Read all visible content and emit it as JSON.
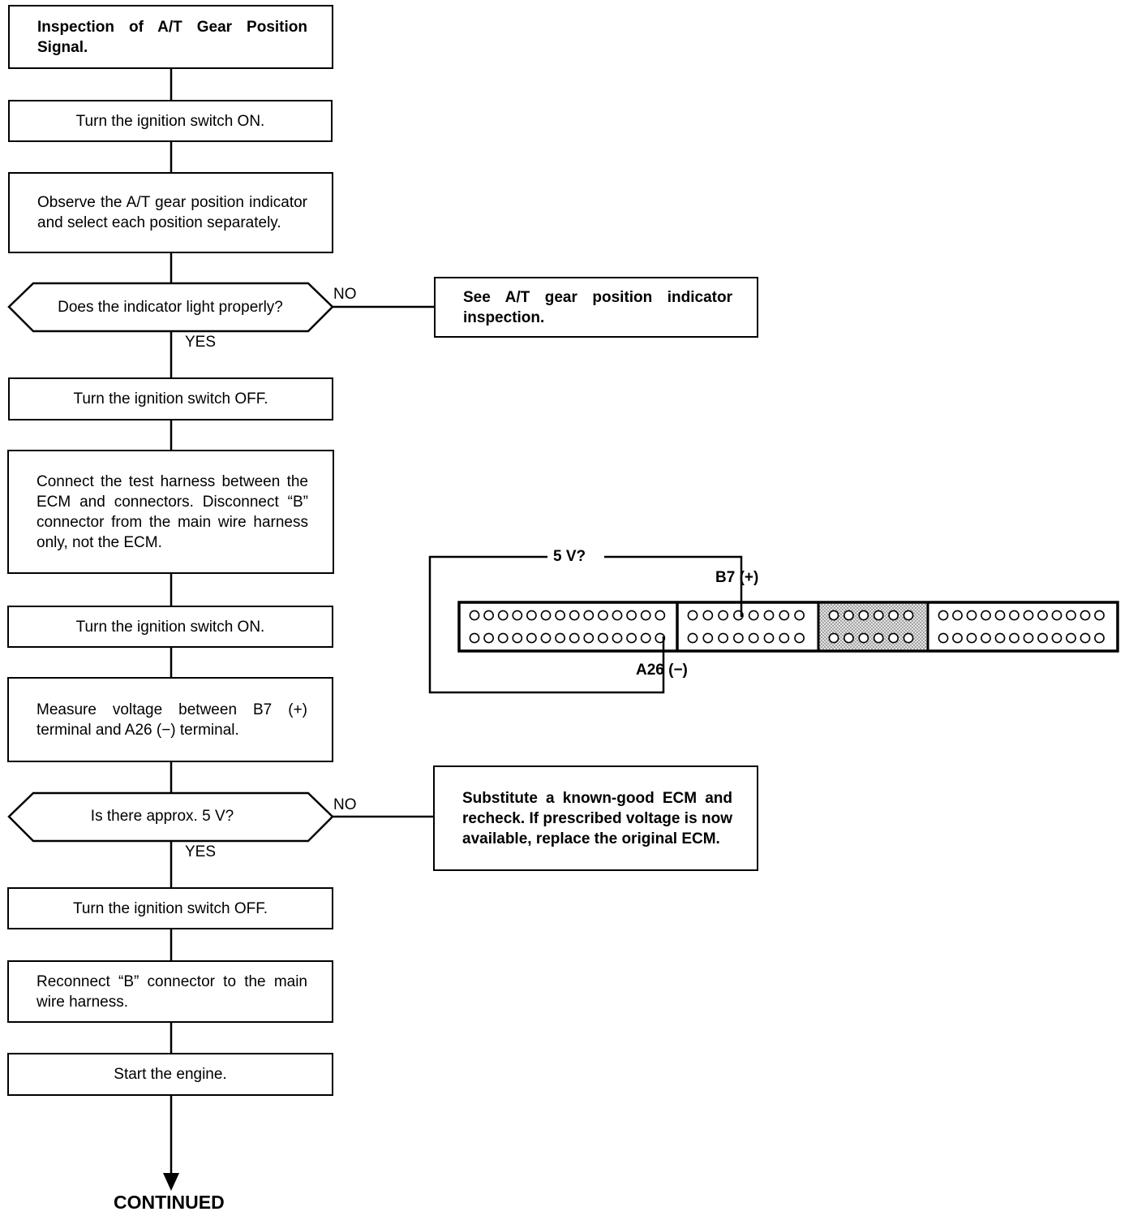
{
  "flowchart": {
    "steps": {
      "start": "Inspection of A/T Gear Position Signal.",
      "ign_on_1": "Turn the ignition switch ON.",
      "observe": "Observe the A/T gear position indicator and select each position separately.",
      "decision_1": "Does the indicator light properly?",
      "no_action_1": "See A/T gear position indicator inspection.",
      "ign_off_1": "Turn the ignition switch OFF.",
      "connect": "Connect the test harness between the ECM and connectors. Disconnect “B” connector from the main wire harness only, not the ECM.",
      "ign_on_2": "Turn the ignition switch ON.",
      "measure": "Measure voltage between B7 (+) terminal and A26 (−) terminal.",
      "decision_2": "Is there approx. 5 V?",
      "no_action_2": "Substitute a known-good ECM and recheck. If prescribed voltage is now available, replace the original ECM.",
      "ign_off_2": "Turn the ignition switch OFF.",
      "reconnect": "Reconnect “B” connector to the main wire harness.",
      "start_engine": "Start the engine."
    },
    "labels": {
      "no": "NO",
      "yes": "YES",
      "continued": "CONTINUED"
    }
  },
  "connector": {
    "voltage_label": "5 V?",
    "plus_terminal": "B7 (+)",
    "minus_terminal": "A26 (−)"
  }
}
